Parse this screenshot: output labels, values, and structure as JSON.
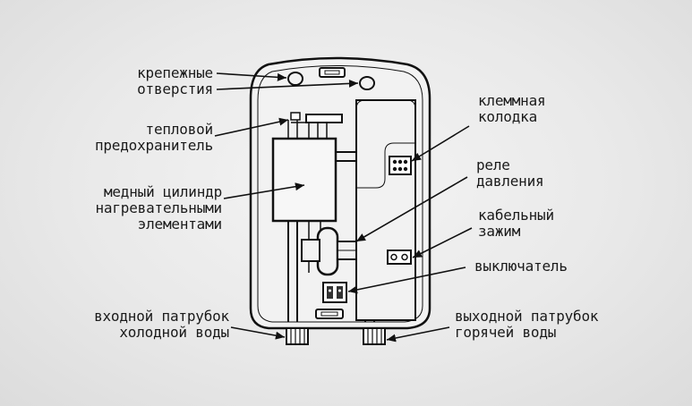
{
  "labels": {
    "mounting_holes": [
      "крепежные",
      "отверстия"
    ],
    "thermal_fuse": [
      "тепловой",
      "предохранитель"
    ],
    "copper_cylinder": [
      "медный цилиндр",
      "нагревательными",
      "элементами"
    ],
    "terminal_block": [
      "клеммная",
      "колодка"
    ],
    "pressure_relay": [
      "реле",
      "давления"
    ],
    "cable_clamp": [
      "кабельный",
      "зажим"
    ],
    "switch": [
      "выключатель"
    ],
    "cold_inlet": [
      "входной патрубок",
      "холодной воды"
    ],
    "hot_outlet": [
      "выходной патрубок",
      "горячей воды"
    ]
  },
  "colors": {
    "stroke": "#111111",
    "body_fill": "#f2f2f2",
    "background": "#e8e8e8"
  }
}
